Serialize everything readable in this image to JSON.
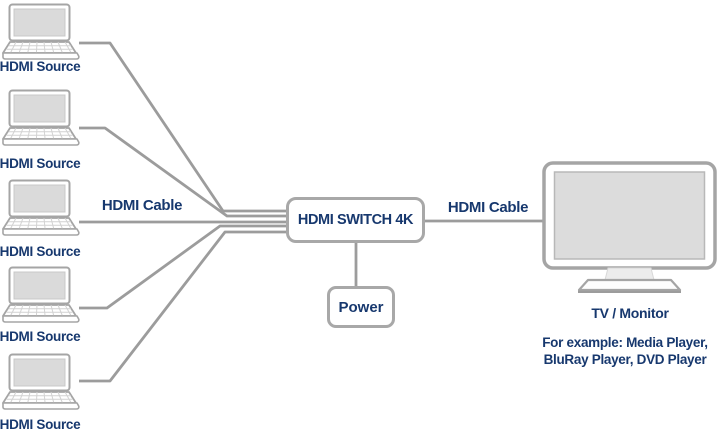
{
  "diagram": {
    "sources": [
      {
        "label": "HDMI Source"
      },
      {
        "label": "HDMI Source"
      },
      {
        "label": "HDMI Source"
      },
      {
        "label": "HDMI Source"
      },
      {
        "label": "HDMI Source"
      }
    ],
    "hdmi_switch": {
      "label": "HDMI SWITCH 4K"
    },
    "power": {
      "label": "Power"
    },
    "left_cable_label": "HDMI Cable",
    "right_cable_label": "HDMI Cable",
    "output": {
      "label": "TV / Monitor",
      "example_line1": "For example: Media Player,",
      "example_line2": "BluRay Player, DVD Player"
    },
    "icons": {
      "source_icon": "laptop-icon",
      "output_icon": "tv-monitor-icon"
    },
    "colors": {
      "text": "#17386e",
      "cable": "#9c9c9c",
      "box_border": "#a8a8a8",
      "screen_fill": "#dadada"
    }
  }
}
